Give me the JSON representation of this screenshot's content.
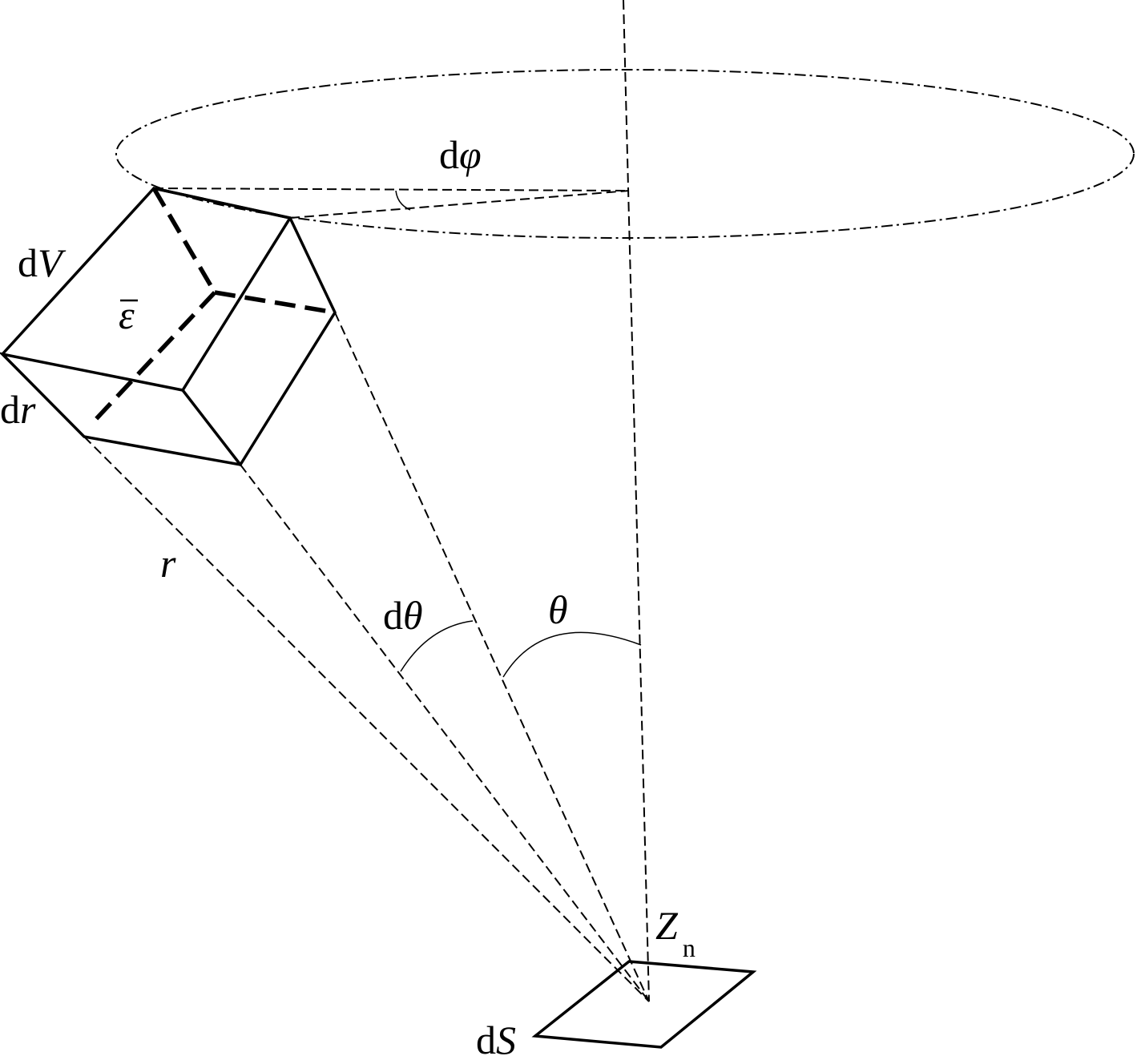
{
  "labels": {
    "d_phi": {
      "d": "d",
      "sym": "φ"
    },
    "d_V": {
      "d": "d",
      "sym": "V"
    },
    "epsilon_bar": "ε",
    "d_r": {
      "d": "d",
      "sym": "r"
    },
    "r": "r",
    "d_theta": {
      "d": "d",
      "sym": "θ"
    },
    "theta": "θ",
    "Z_n": {
      "main": "Z",
      "sub": "n"
    },
    "d_S": {
      "d": "d",
      "sym": "S"
    }
  }
}
